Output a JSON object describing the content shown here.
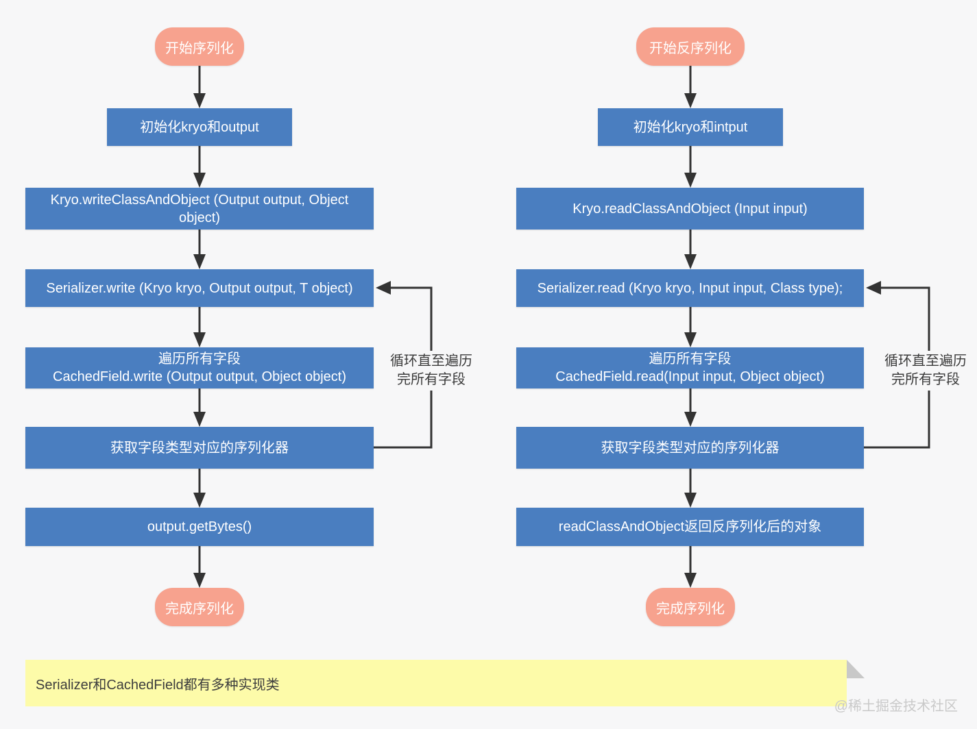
{
  "colors": {
    "node_blue": "#4a7ec0",
    "terminal_salmon": "#f7a28e",
    "note_yellow": "#fdfba9",
    "arrow_black": "#333333",
    "background": "#f7f7f8",
    "watermark_gray": "#c9c9c9"
  },
  "flows": {
    "serialize": {
      "start": "开始序列化",
      "steps": [
        {
          "l1": "初始化kryo和output"
        },
        {
          "l1": "Kryo.writeClassAndObject (Output output, Object object)"
        },
        {
          "l1": "Serializer.write (Kryo kryo, Output output, T object)"
        },
        {
          "l1": "遍历所有字段",
          "l2": "CachedField.write (Output output, Object object)"
        },
        {
          "l1": "获取字段类型对应的序列化器"
        },
        {
          "l1": "output.getBytes()"
        }
      ],
      "end": "完成序列化",
      "loop": {
        "l1": "循环直至遍历",
        "l2": "完所有字段"
      }
    },
    "deserialize": {
      "start": "开始反序列化",
      "steps": [
        {
          "l1": "初始化kryo和intput"
        },
        {
          "l1": "Kryo.readClassAndObject (Input input)"
        },
        {
          "l1": "Serializer.read (Kryo kryo, Input input, Class type);"
        },
        {
          "l1": "遍历所有字段",
          "l2": "CachedField.read(Input input, Object object)"
        },
        {
          "l1": "获取字段类型对应的序列化器"
        },
        {
          "l1": "readClassAndObject返回反序列化后的对象"
        }
      ],
      "end": "完成序列化",
      "loop": {
        "l1": "循环直至遍历",
        "l2": "完所有字段"
      }
    }
  },
  "note": {
    "text": "Serializer和CachedField都有多种实现类"
  },
  "watermark": "@稀土掘金技术社区"
}
